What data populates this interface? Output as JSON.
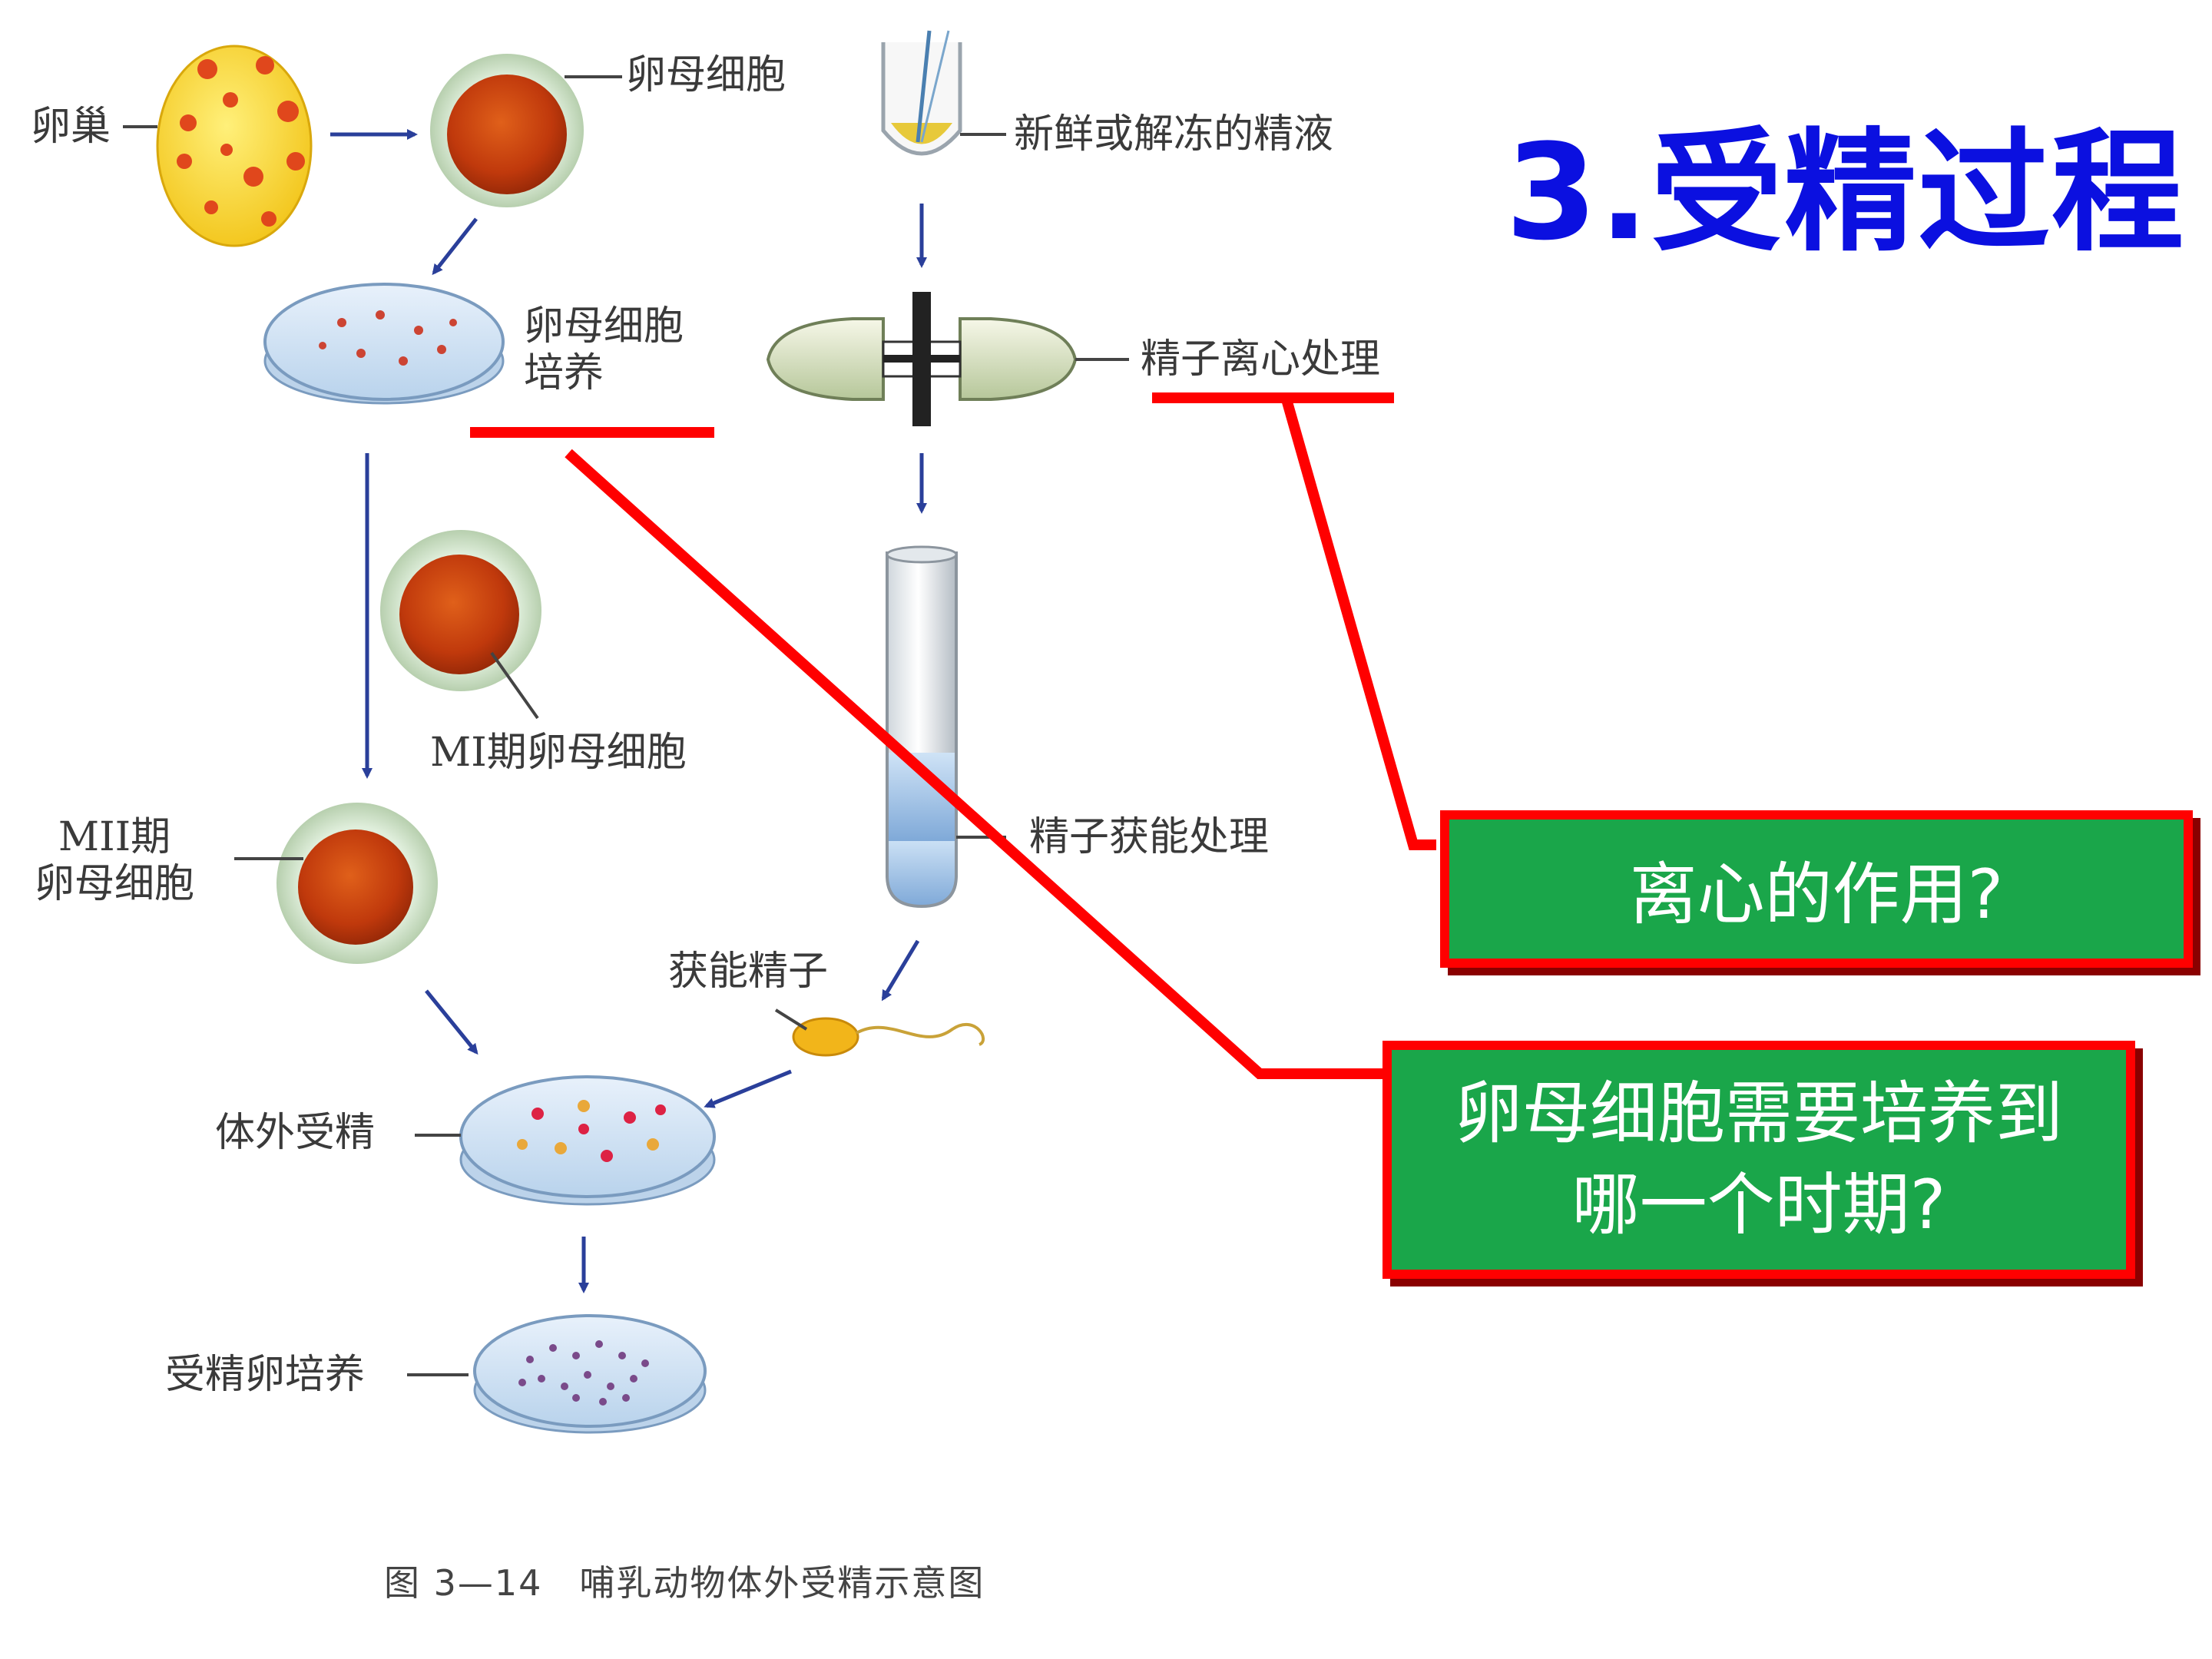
{
  "slide": {
    "title": "3.受精过程",
    "colors": {
      "title": "#0b10e0",
      "highlight": "#ff0000",
      "box_fill": "#1aa64a",
      "arrow": "#2a3f9a"
    }
  },
  "labels": {
    "ovary": "卵巢",
    "oocyte": "卵母细胞",
    "oocyte_culture_1": "卵母细胞",
    "oocyte_culture_2": "培养",
    "mi_oocyte": "MI期卵母细胞",
    "mii_oocyte_1": "MII期",
    "mii_oocyte_2": "卵母细胞",
    "in_vitro_fertilization": "体外受精",
    "zygote_culture": "受精卵培养",
    "semen": "新鲜或解冻的精液",
    "sperm_centrifuge": "精子离心处理",
    "sperm_capacitation": "精子获能处理",
    "capacitated_sperm": "获能精子",
    "caption": "图 3—14　哺乳动物体外受精示意图"
  },
  "questions": {
    "centrifuge_question": "离心的作用?",
    "oocyte_question_line1": "卵母细胞需要培养到",
    "oocyte_question_line2": "哪一个时期?"
  }
}
